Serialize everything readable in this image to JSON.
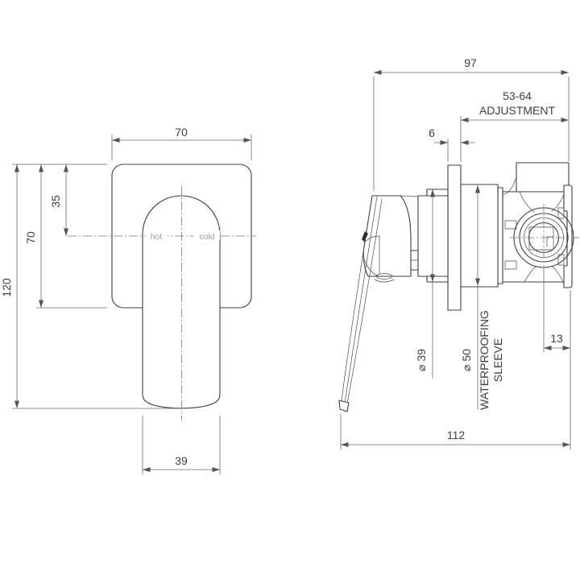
{
  "drawing": {
    "front_view": {
      "plate_width": "70",
      "handle_center_offset": "35",
      "plate_height": "70",
      "overall_height": "120",
      "handle_width": "39",
      "hot_label": "hot",
      "cold_label": "cold"
    },
    "side_view": {
      "overall_depth": "97",
      "adjustment_range": "53-64",
      "adjustment_label": "ADJUSTMENT",
      "flange_thickness": "6",
      "spindle_diameter": "⌀ 39",
      "sleeve_diameter": "⌀ 50",
      "sleeve_label_line1": "WATERPROOFING",
      "sleeve_label_line2": "SLEEVE",
      "body_offset": "13",
      "overall_width": "112"
    },
    "colors": {
      "object_line": "#3e3e3e",
      "dimension_line": "#6a6a6a",
      "dimension_text": "#3f3f3f",
      "muted_label": "#9c9c9c",
      "background": "#ffffff"
    }
  }
}
